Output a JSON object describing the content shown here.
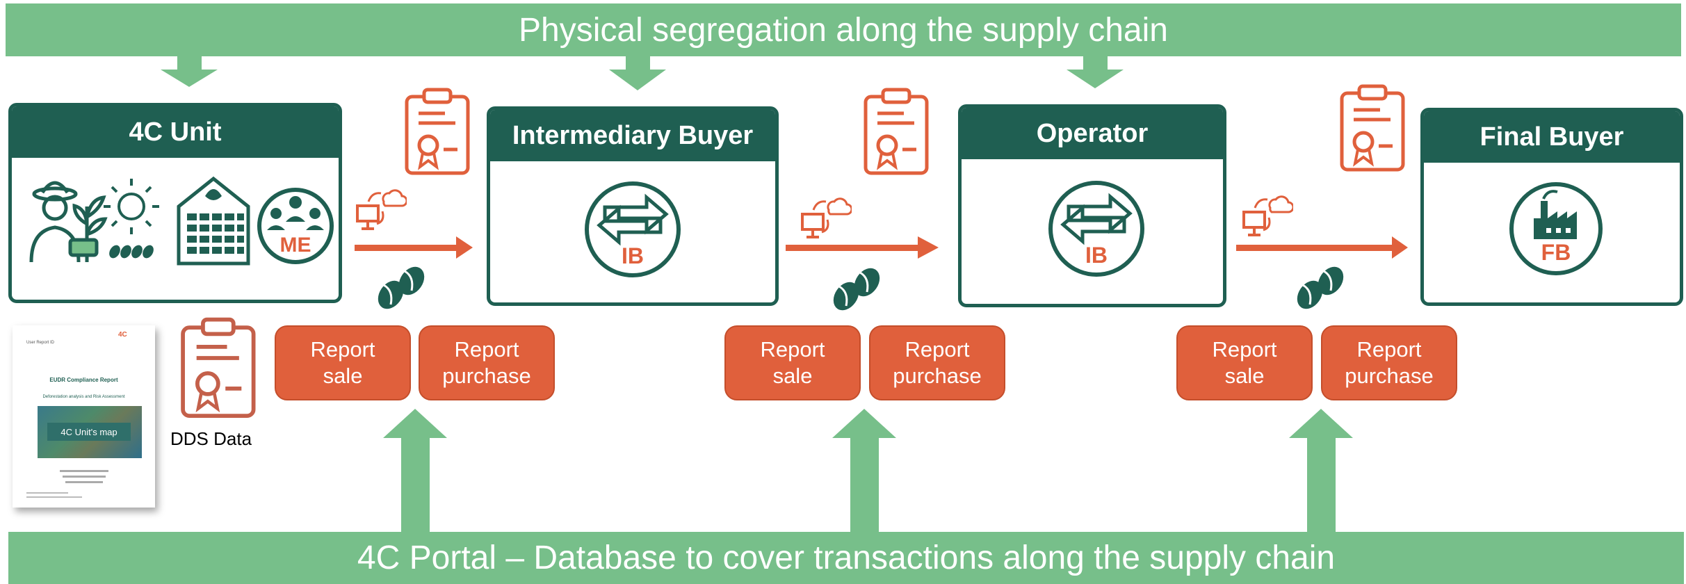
{
  "top_banner": "Physical segregation along the supply chain",
  "bottom_banner": "4C Portal – Database to cover transactions along the supply chain",
  "actors": [
    {
      "title": "4C Unit",
      "badge": "ME"
    },
    {
      "title": "Intermediary Buyer",
      "badge": "IB"
    },
    {
      "title": "Operator",
      "badge": "IB"
    },
    {
      "title": "Final Buyer",
      "badge": "FB"
    }
  ],
  "reports": {
    "sale_line1": "Report",
    "sale_line2": "sale",
    "purchase_line1": "Report",
    "purchase_line2": "purchase"
  },
  "dds_label": "DDS Data",
  "doc_thumbnail": {
    "header": "User Report ID",
    "title": "EUDR Compliance Report",
    "subtitle": "Deforestation analysis and Risk Assessment",
    "map_label": "4C Unit's map",
    "logo": "4C"
  },
  "colors": {
    "green_dark": "#1f5f52",
    "green_light": "#77bf8a",
    "orange": "#e0603c"
  }
}
